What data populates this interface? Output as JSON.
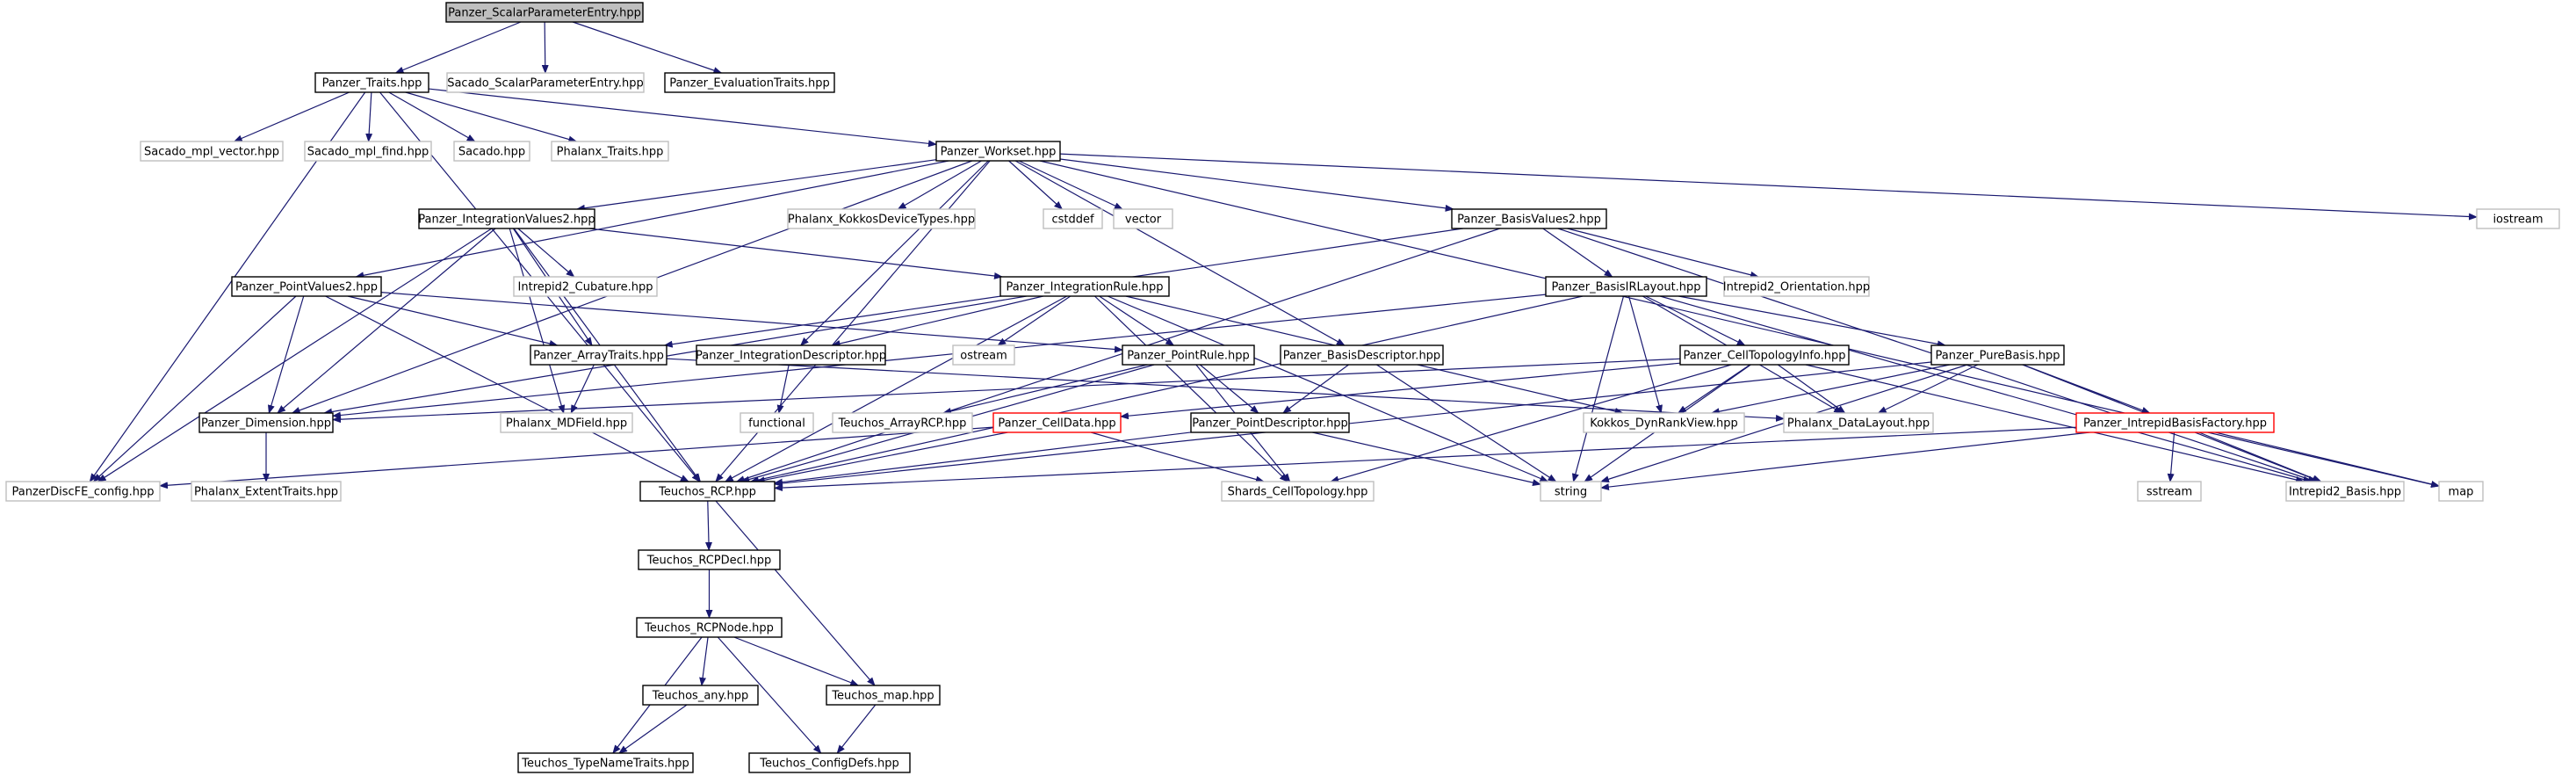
{
  "colors": {
    "edge": "#191970",
    "root_fill": "#bfbfbf",
    "root_border": "#000000",
    "documented_border": "#000000",
    "external_border": "#bfbfbf",
    "truncated_border": "#ff0000",
    "node_fill": "#ffffff"
  },
  "nodes": [
    {
      "id": "root",
      "label": "Panzer_ScalarParameterEntry.hpp",
      "kind": "root"
    },
    {
      "id": "traits",
      "label": "Panzer_Traits.hpp",
      "kind": "documented"
    },
    {
      "id": "sacado_spe",
      "label": "Sacado_ScalarParameterEntry.hpp",
      "kind": "external"
    },
    {
      "id": "evaltraits",
      "label": "Panzer_EvaluationTraits.hpp",
      "kind": "documented"
    },
    {
      "id": "mpl_vector",
      "label": "Sacado_mpl_vector.hpp",
      "kind": "external"
    },
    {
      "id": "mpl_find",
      "label": "Sacado_mpl_find.hpp",
      "kind": "external"
    },
    {
      "id": "sacado",
      "label": "Sacado.hpp",
      "kind": "external"
    },
    {
      "id": "phalanx_traits",
      "label": "Phalanx_Traits.hpp",
      "kind": "external"
    },
    {
      "id": "workset",
      "label": "Panzer_Workset.hpp",
      "kind": "documented"
    },
    {
      "id": "iostream",
      "label": "iostream",
      "kind": "external"
    },
    {
      "id": "intvalues2",
      "label": "Panzer_IntegrationValues2.hpp",
      "kind": "documented"
    },
    {
      "id": "kokkos_dev",
      "label": "Phalanx_KokkosDeviceTypes.hpp",
      "kind": "external"
    },
    {
      "id": "cstddef",
      "label": "cstddef",
      "kind": "external"
    },
    {
      "id": "vector",
      "label": "vector",
      "kind": "external"
    },
    {
      "id": "basisvalues2",
      "label": "Panzer_BasisValues2.hpp",
      "kind": "documented"
    },
    {
      "id": "pointvalues2",
      "label": "Panzer_PointValues2.hpp",
      "kind": "documented"
    },
    {
      "id": "cubature",
      "label": "Intrepid2_Cubature.hpp",
      "kind": "external"
    },
    {
      "id": "intrule",
      "label": "Panzer_IntegrationRule.hpp",
      "kind": "documented"
    },
    {
      "id": "basisirlayout",
      "label": "Panzer_BasisIRLayout.hpp",
      "kind": "documented"
    },
    {
      "id": "orientation",
      "label": "Intrepid2_Orientation.hpp",
      "kind": "external"
    },
    {
      "id": "arraytraits",
      "label": "Panzer_ArrayTraits.hpp",
      "kind": "documented"
    },
    {
      "id": "intdescriptor",
      "label": "Panzer_IntegrationDescriptor.hpp",
      "kind": "documented"
    },
    {
      "id": "ostream",
      "label": "ostream",
      "kind": "external"
    },
    {
      "id": "pointrule",
      "label": "Panzer_PointRule.hpp",
      "kind": "documented"
    },
    {
      "id": "basisdescriptor",
      "label": "Panzer_BasisDescriptor.hpp",
      "kind": "documented"
    },
    {
      "id": "celltopinfo",
      "label": "Panzer_CellTopologyInfo.hpp",
      "kind": "documented"
    },
    {
      "id": "purebasis",
      "label": "Panzer_PureBasis.hpp",
      "kind": "documented"
    },
    {
      "id": "dimension",
      "label": "Panzer_Dimension.hpp",
      "kind": "documented"
    },
    {
      "id": "mdfield",
      "label": "Phalanx_MDField.hpp",
      "kind": "external"
    },
    {
      "id": "functional",
      "label": "functional",
      "kind": "external"
    },
    {
      "id": "teuchos_arrayrcp",
      "label": "Teuchos_ArrayRCP.hpp",
      "kind": "external"
    },
    {
      "id": "celldata",
      "label": "Panzer_CellData.hpp",
      "kind": "truncated"
    },
    {
      "id": "pointdescriptor",
      "label": "Panzer_PointDescriptor.hpp",
      "kind": "documented"
    },
    {
      "id": "dynrankview",
      "label": "Kokkos_DynRankView.hpp",
      "kind": "external"
    },
    {
      "id": "datalayout",
      "label": "Phalanx_DataLayout.hpp",
      "kind": "external"
    },
    {
      "id": "intrepidbasisfactory",
      "label": "Panzer_IntrepidBasisFactory.hpp",
      "kind": "truncated"
    },
    {
      "id": "discfe_config",
      "label": "PanzerDiscFE_config.hpp",
      "kind": "external"
    },
    {
      "id": "extenttraits",
      "label": "Phalanx_ExtentTraits.hpp",
      "kind": "external"
    },
    {
      "id": "teuchos_rcp",
      "label": "Teuchos_RCP.hpp",
      "kind": "documented"
    },
    {
      "id": "shards",
      "label": "Shards_CellTopology.hpp",
      "kind": "external"
    },
    {
      "id": "string",
      "label": "string",
      "kind": "external"
    },
    {
      "id": "sstream",
      "label": "sstream",
      "kind": "external"
    },
    {
      "id": "intrepid_basis",
      "label": "Intrepid2_Basis.hpp",
      "kind": "external"
    },
    {
      "id": "map",
      "label": "map",
      "kind": "external"
    },
    {
      "id": "rcpdecl",
      "label": "Teuchos_RCPDecl.hpp",
      "kind": "documented"
    },
    {
      "id": "rcpnode",
      "label": "Teuchos_RCPNode.hpp",
      "kind": "documented"
    },
    {
      "id": "teuchos_any",
      "label": "Teuchos_any.hpp",
      "kind": "documented"
    },
    {
      "id": "teuchos_map",
      "label": "Teuchos_map.hpp",
      "kind": "documented"
    },
    {
      "id": "typenametraits",
      "label": "Teuchos_TypeNameTraits.hpp",
      "kind": "documented"
    },
    {
      "id": "configdefs",
      "label": "Teuchos_ConfigDefs.hpp",
      "kind": "documented"
    }
  ],
  "edges": [
    [
      "root",
      "traits"
    ],
    [
      "root",
      "sacado_spe"
    ],
    [
      "root",
      "evaltraits"
    ],
    [
      "traits",
      "mpl_vector"
    ],
    [
      "traits",
      "mpl_find"
    ],
    [
      "traits",
      "sacado"
    ],
    [
      "traits",
      "phalanx_traits"
    ],
    [
      "traits",
      "workset"
    ],
    [
      "traits",
      "discfe_config"
    ],
    [
      "traits",
      "teuchos_rcp"
    ],
    [
      "workset",
      "iostream"
    ],
    [
      "workset",
      "intvalues2"
    ],
    [
      "workset",
      "kokkos_dev"
    ],
    [
      "workset",
      "cstddef"
    ],
    [
      "workset",
      "vector"
    ],
    [
      "workset",
      "basisvalues2"
    ],
    [
      "workset",
      "pointvalues2"
    ],
    [
      "workset",
      "dimension"
    ],
    [
      "workset",
      "intdescriptor"
    ],
    [
      "workset",
      "basisdescriptor"
    ],
    [
      "workset",
      "map"
    ],
    [
      "workset",
      "teuchos_rcp"
    ],
    [
      "intvalues2",
      "cubature"
    ],
    [
      "intvalues2",
      "intrule"
    ],
    [
      "intvalues2",
      "arraytraits"
    ],
    [
      "intvalues2",
      "dimension"
    ],
    [
      "intvalues2",
      "mdfield"
    ],
    [
      "intvalues2",
      "discfe_config"
    ],
    [
      "intvalues2",
      "teuchos_rcp"
    ],
    [
      "basisvalues2",
      "basisirlayout"
    ],
    [
      "basisvalues2",
      "orientation"
    ],
    [
      "basisvalues2",
      "arraytraits"
    ],
    [
      "basisvalues2",
      "intrepid_basis"
    ],
    [
      "basisvalues2",
      "teuchos_rcp"
    ],
    [
      "pointvalues2",
      "arraytraits"
    ],
    [
      "pointvalues2",
      "pointrule"
    ],
    [
      "pointvalues2",
      "dimension"
    ],
    [
      "pointvalues2",
      "discfe_config"
    ],
    [
      "pointvalues2",
      "teuchos_rcp"
    ],
    [
      "intrule",
      "intdescriptor"
    ],
    [
      "intrule",
      "ostream"
    ],
    [
      "intrule",
      "pointrule"
    ],
    [
      "intrule",
      "teuchos_rcp"
    ],
    [
      "intrule",
      "shards"
    ],
    [
      "intrule",
      "dynrankview"
    ],
    [
      "intrule",
      "string"
    ],
    [
      "intrule",
      "dimension"
    ],
    [
      "basisirlayout",
      "celltopinfo"
    ],
    [
      "basisirlayout",
      "purebasis"
    ],
    [
      "basisirlayout",
      "dynrankview"
    ],
    [
      "basisirlayout",
      "datalayout"
    ],
    [
      "basisirlayout",
      "string"
    ],
    [
      "basisirlayout",
      "intrepid_basis"
    ],
    [
      "basisirlayout",
      "teuchos_rcp"
    ],
    [
      "basisirlayout",
      "dimension"
    ],
    [
      "arraytraits",
      "mdfield"
    ],
    [
      "arraytraits",
      "datalayout"
    ],
    [
      "intdescriptor",
      "functional"
    ],
    [
      "pointrule",
      "pointdescriptor"
    ],
    [
      "pointrule",
      "teuchos_arrayrcp"
    ],
    [
      "pointrule",
      "teuchos_rcp"
    ],
    [
      "pointrule",
      "shards"
    ],
    [
      "basisdescriptor",
      "pointdescriptor"
    ],
    [
      "basisdescriptor",
      "string"
    ],
    [
      "celltopinfo",
      "celldata"
    ],
    [
      "celltopinfo",
      "dynrankview"
    ],
    [
      "celltopinfo",
      "datalayout"
    ],
    [
      "celltopinfo",
      "shards"
    ],
    [
      "celltopinfo",
      "string"
    ],
    [
      "celltopinfo",
      "intrepid_basis"
    ],
    [
      "celltopinfo",
      "dimension"
    ],
    [
      "purebasis",
      "intrepidbasisfactory"
    ],
    [
      "purebasis",
      "dynrankview"
    ],
    [
      "purebasis",
      "datalayout"
    ],
    [
      "purebasis",
      "string"
    ],
    [
      "purebasis",
      "intrepid_basis"
    ],
    [
      "purebasis",
      "teuchos_rcp"
    ],
    [
      "celldata",
      "shards"
    ],
    [
      "celldata",
      "teuchos_rcp"
    ],
    [
      "celldata",
      "discfe_config"
    ],
    [
      "pointdescriptor",
      "teuchos_rcp"
    ],
    [
      "pointdescriptor",
      "string"
    ],
    [
      "intrepidbasisfactory",
      "sstream"
    ],
    [
      "intrepidbasisfactory",
      "intrepid_basis"
    ],
    [
      "intrepidbasisfactory",
      "map"
    ],
    [
      "intrepidbasisfactory",
      "string"
    ],
    [
      "intrepidbasisfactory",
      "teuchos_rcp"
    ],
    [
      "dimension",
      "extenttraits"
    ],
    [
      "teuchos_rcp",
      "rcpdecl"
    ],
    [
      "teuchos_rcp",
      "teuchos_map"
    ],
    [
      "rcpdecl",
      "rcpnode"
    ],
    [
      "rcpnode",
      "teuchos_any"
    ],
    [
      "rcpnode",
      "teuchos_map"
    ],
    [
      "rcpnode",
      "typenametraits"
    ],
    [
      "rcpnode",
      "configdefs"
    ],
    [
      "teuchos_any",
      "typenametraits"
    ],
    [
      "teuchos_map",
      "configdefs"
    ]
  ]
}
